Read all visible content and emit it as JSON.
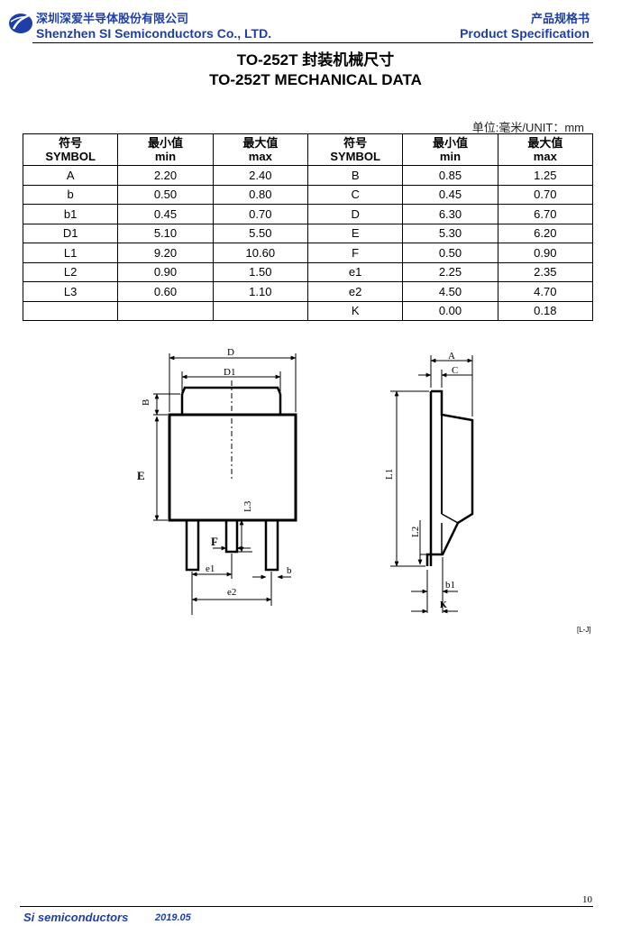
{
  "header": {
    "company_cn": "深圳深爱半导体股份有限公司",
    "company_en": "Shenzhen SI Semiconductors Co., LTD.",
    "spec_cn": "产品规格书",
    "spec_en": "Product Specification",
    "logo_icon": "si-logo-icon",
    "brand_color": "#1e3ea8"
  },
  "title_cn": "TO-252T 封装机械尺寸",
  "title_en": "TO-252T MECHANICAL DATA",
  "unit": "单位:毫米/UNIT：mm",
  "table": {
    "headers": [
      {
        "cn": "符号",
        "en": "SYMBOL"
      },
      {
        "cn": "最小值",
        "en": "min"
      },
      {
        "cn": "最大值",
        "en": "max"
      },
      {
        "cn": "符号",
        "en": "SYMBOL"
      },
      {
        "cn": "最小值",
        "en": "min"
      },
      {
        "cn": "最大值",
        "en": "max"
      }
    ],
    "rows": [
      [
        "A",
        "2.20",
        "2.40",
        "B",
        "0.85",
        "1.25"
      ],
      [
        "b",
        "0.50",
        "0.80",
        "C",
        "0.45",
        "0.70"
      ],
      [
        "b1",
        "0.45",
        "0.70",
        "D",
        "6.30",
        "6.70"
      ],
      [
        "D1",
        "5.10",
        "5.50",
        "E",
        "5.30",
        "6.20"
      ],
      [
        "L1",
        "9.20",
        "10.60",
        "F",
        "0.50",
        "0.90"
      ],
      [
        "L2",
        "0.90",
        "1.50",
        "e1",
        "2.25",
        "2.35"
      ],
      [
        "L3",
        "0.60",
        "1.10",
        "e2",
        "4.50",
        "4.70"
      ],
      [
        "",
        "",
        "",
        "K",
        "0.00",
        "0.18"
      ]
    ]
  },
  "drawing_labels": {
    "D": "D",
    "D1": "D1",
    "B": "B",
    "E": "E",
    "L3": "L3",
    "F": "F",
    "e1": "e1",
    "e2": "e2",
    "b": "b",
    "A": "A",
    "C": "C",
    "L1": "L1",
    "L2": "L2",
    "b1": "b1",
    "K": "K"
  },
  "tiny_mark": "[L-J]",
  "page_number": "10",
  "footer": {
    "company": "Si semiconductors",
    "date": "2019.05"
  }
}
